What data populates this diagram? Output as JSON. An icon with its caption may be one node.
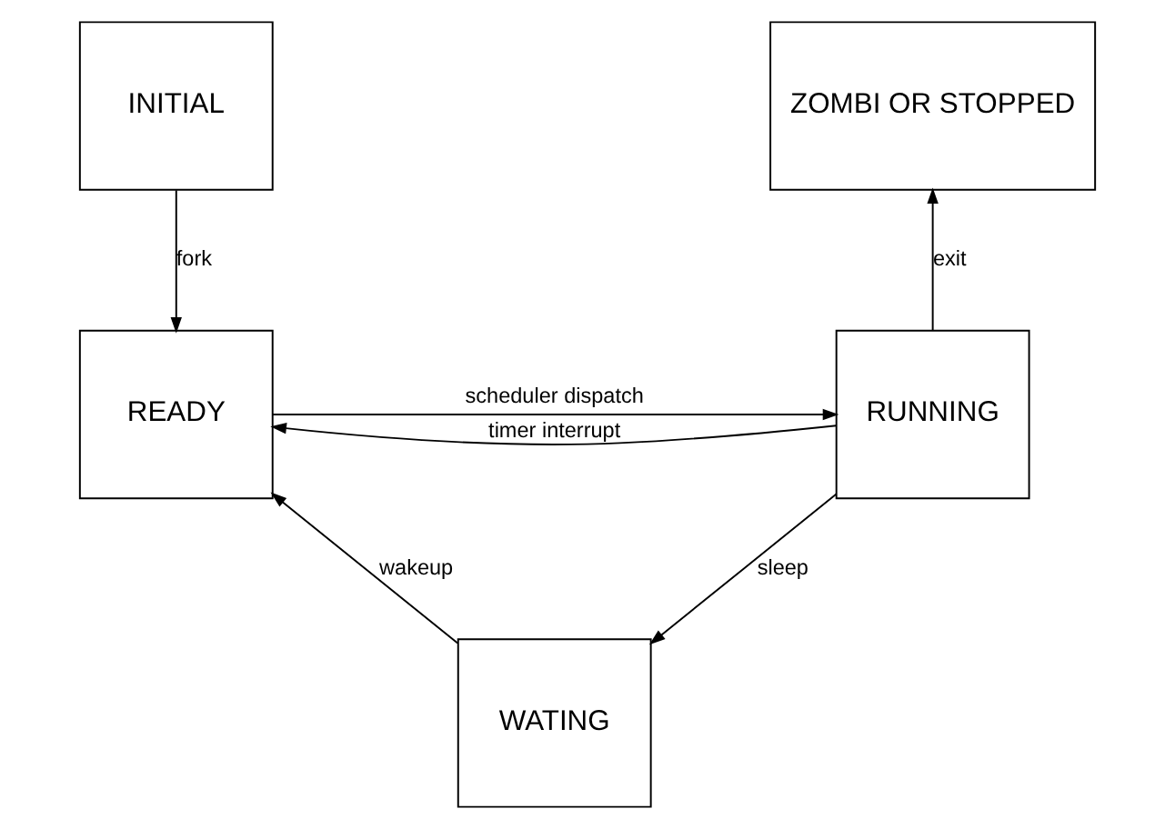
{
  "diagram": {
    "nodes": [
      {
        "text": [
          "INITIAL"
        ]
      },
      {
        "text": [
          "ZOMBI OR STOPPED"
        ]
      },
      {
        "text": [
          "READY"
        ]
      },
      {
        "text": [
          "RUNNING"
        ]
      },
      {
        "text": [
          "WATING"
        ]
      }
    ],
    "edges": [
      {
        "from": 0,
        "to": 2,
        "arrow": "to",
        "label": "fork"
      },
      {
        "from": 2,
        "to": 3,
        "arrow": "to",
        "label": "scheduler dispatch"
      },
      {
        "from": 3,
        "to": 2,
        "arrow": "to",
        "label": "timer interrupt"
      },
      {
        "from": 3,
        "to": 1,
        "arrow": "to",
        "label": "exit"
      },
      {
        "from": 3,
        "to": 4,
        "arrow": "to",
        "label": "sleep"
      },
      {
        "from": 4,
        "to": 2,
        "arrow": "to",
        "label": "wakeup"
      }
    ]
  }
}
